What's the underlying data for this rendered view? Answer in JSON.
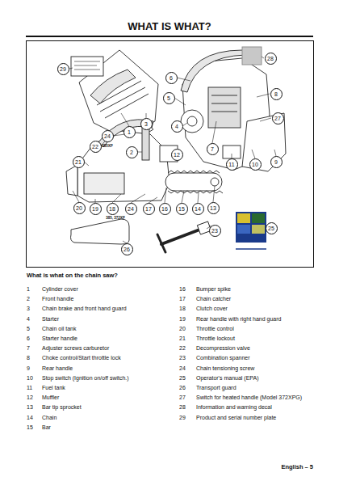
{
  "diagram": {
    "title": "WHAT IS WHAT?",
    "nodes": [
      {
        "text": [
          "29"
        ]
      },
      {
        "text": [
          "28"
        ]
      },
      {
        "text": [
          "6"
        ]
      },
      {
        "text": [
          "8"
        ]
      },
      {
        "text": [
          "5"
        ]
      },
      {
        "text": [
          "27"
        ]
      },
      {
        "text": [
          "3"
        ]
      },
      {
        "text": [
          "4"
        ]
      },
      {
        "text": [
          "1"
        ]
      },
      {
        "text": [
          "24"
        ]
      },
      {
        "text": [
          "22"
        ]
      },
      {
        "text": [
          "7"
        ]
      },
      {
        "text": [
          "2"
        ]
      },
      {
        "text": [
          "12"
        ]
      },
      {
        "text": [
          "9"
        ]
      },
      {
        "text": [
          "11"
        ]
      },
      {
        "text": [
          "10"
        ]
      },
      {
        "text": [
          "21"
        ]
      },
      {
        "text": [
          "20"
        ]
      },
      {
        "text": [
          "19"
        ]
      },
      {
        "text": [
          "18"
        ]
      },
      {
        "text": [
          "24"
        ]
      },
      {
        "text": [
          "17"
        ]
      },
      {
        "text": [
          "16"
        ]
      },
      {
        "text": [
          "15"
        ]
      },
      {
        "text": [
          "14"
        ]
      },
      {
        "text": [
          "13"
        ]
      },
      {
        "text": [
          "23"
        ]
      },
      {
        "text": [
          "25"
        ]
      },
      {
        "text": [
          "26"
        ]
      }
    ],
    "labels": [
      "385XP",
      "385, 372XP",
      "What is what on the chain saw?",
      "1",
      "Cylinder cover",
      "2",
      "Front handle",
      "3",
      "Chain brake and front hand guard",
      "4",
      "Starter",
      "5",
      "Chain oil tank",
      "6",
      "Starter handle",
      "7",
      "Adjuster screws carburetor",
      "8",
      "Choke control/Start throttle lock",
      "9",
      "Rear handle",
      "10",
      "Stop switch (Ignition on/off switch.)",
      "11",
      "Fuel tank",
      "12",
      "Muffler",
      "13",
      "Bar tip sprocket",
      "14",
      "Chain",
      "15",
      "Bar",
      "16",
      "Bumper spike",
      "17",
      "Chain catcher",
      "18",
      "Clutch cover",
      "19",
      "Rear handle with right hand guard",
      "20",
      "Throttle control",
      "21",
      "Throttle lockout",
      "22",
      "Decompression valve",
      "23",
      "Combination spanner",
      "24",
      "Chain tensioning screw",
      "25",
      "Operator's manual (EPA)",
      "26",
      "Transport guard",
      "27",
      "Switch for heated handle (Model 372XPG)",
      "28",
      "Information and warning decal",
      "29",
      "Product and serial number plate",
      "English – 5"
    ]
  }
}
